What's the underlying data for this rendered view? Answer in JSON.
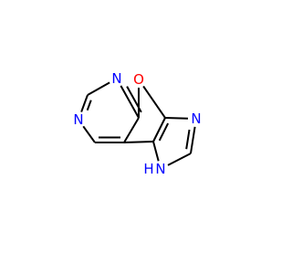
{
  "molecule": {
    "atoms": [
      {
        "id": "n1",
        "element": "N",
        "label": "N",
        "color": "#0000ff"
      },
      {
        "id": "c2",
        "element": "C",
        "label": ""
      },
      {
        "id": "n3",
        "element": "N",
        "label": "N",
        "color": "#0000ff"
      },
      {
        "id": "c4",
        "element": "C",
        "label": ""
      },
      {
        "id": "c5",
        "element": "C",
        "label": ""
      },
      {
        "id": "c6",
        "element": "C",
        "label": ""
      },
      {
        "id": "o7",
        "element": "O",
        "label": "O",
        "color": "#ff0000"
      },
      {
        "id": "c8",
        "element": "C",
        "label": ""
      },
      {
        "id": "n9",
        "element": "N",
        "label": "N",
        "color": "#0000ff"
      },
      {
        "id": "c10",
        "element": "C",
        "label": ""
      },
      {
        "id": "n11",
        "element": "N",
        "label": "N",
        "color": "#0000ff"
      },
      {
        "id": "h11",
        "element": "H",
        "label": "H",
        "color": "#0000ff"
      },
      {
        "id": "c12",
        "element": "C",
        "label": ""
      }
    ],
    "bonds": [
      {
        "from": "n1",
        "to": "c2",
        "order": 2
      },
      {
        "from": "c2",
        "to": "n3",
        "order": 1
      },
      {
        "from": "n3",
        "to": "c4",
        "order": 2
      },
      {
        "from": "c4",
        "to": "c5",
        "order": 1
      },
      {
        "from": "c5",
        "to": "c6",
        "order": 2
      },
      {
        "from": "c6",
        "to": "n1",
        "order": 1
      },
      {
        "from": "c4",
        "to": "o7",
        "order": 1
      },
      {
        "from": "o7",
        "to": "c8",
        "order": 1
      },
      {
        "from": "c8",
        "to": "c12",
        "order": 2
      },
      {
        "from": "c12",
        "to": "c5",
        "order": 1
      },
      {
        "from": "c8",
        "to": "n9",
        "order": 1
      },
      {
        "from": "n9",
        "to": "c10",
        "order": 2
      },
      {
        "from": "c10",
        "to": "n11",
        "order": 1
      },
      {
        "from": "n11",
        "to": "c12",
        "order": 1
      }
    ]
  }
}
